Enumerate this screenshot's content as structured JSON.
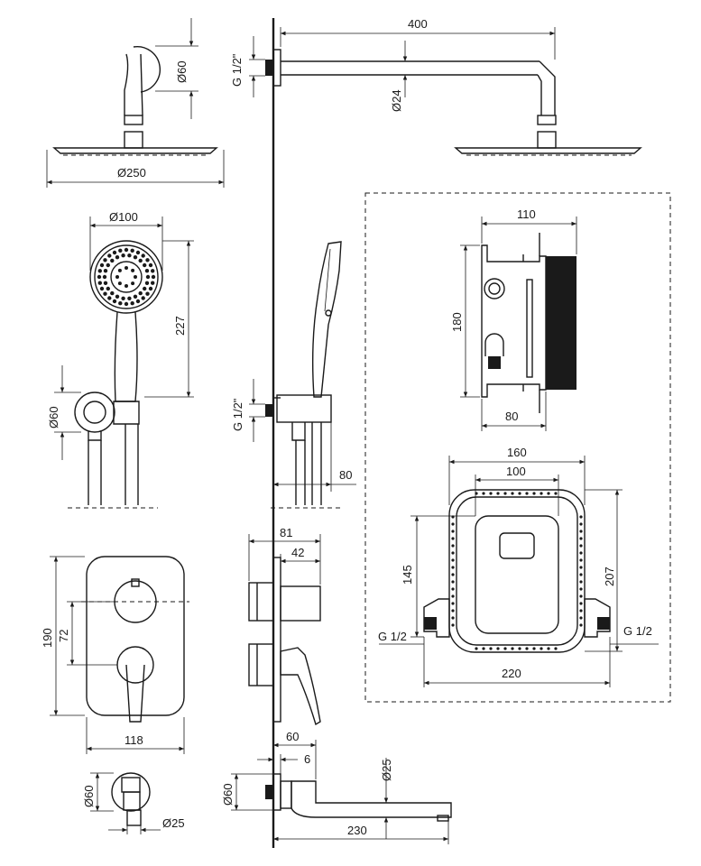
{
  "dimensions": {
    "arm_length": "400",
    "arm_thread": "G 1/2\"",
    "arm_diameter": "Ø24",
    "flange_diameter": "Ø60",
    "head_diameter": "Ø250",
    "hand_head_diameter": "Ø100",
    "hand_length": "227",
    "holder_diameter": "Ø60",
    "holder_thread": "G 1/2\"",
    "holder_projection": "80",
    "box_width": "110",
    "box_height": "180",
    "box_depth": "80",
    "frame_width": "160",
    "frame_inner_width": "100",
    "frame_height": "145",
    "frame_full_height": "207",
    "frame_span": "220",
    "thread_left": "G 1/2",
    "thread_right": "G 1/2",
    "mixer_depth": "81",
    "knob_depth": "42",
    "plate_height": "190",
    "knob_offset": "72",
    "plate_width": "118",
    "spout_projection": "60",
    "spout_plate": "6",
    "spout_flange": "Ø60",
    "spout_diameter": "Ø25",
    "spout_length": "230",
    "spout_end_diameter": "Ø60",
    "spout_pipe_diameter": "Ø25"
  }
}
